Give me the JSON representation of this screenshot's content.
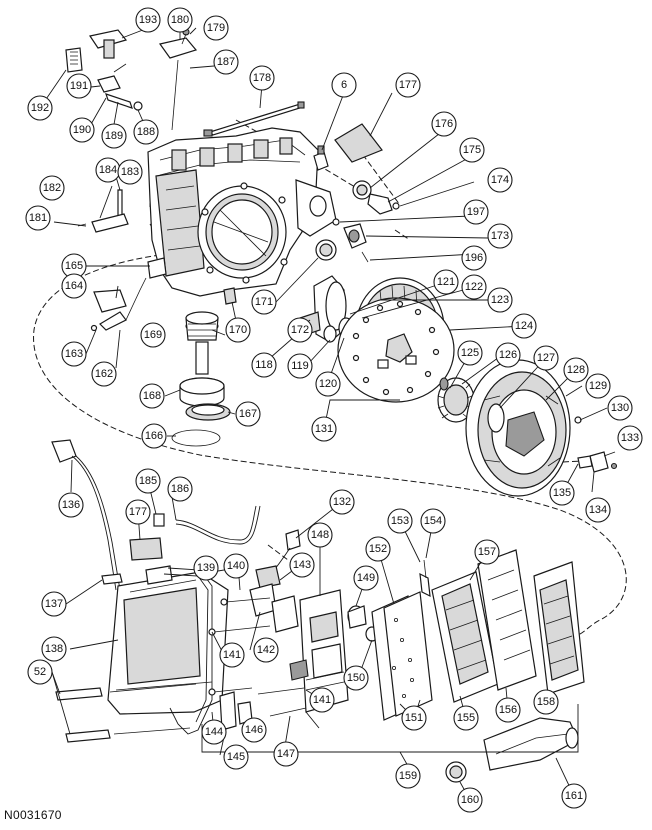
{
  "figure_id": "N0031670",
  "callouts": {
    "c6": "6",
    "c52": "52",
    "c118": "118",
    "c119": "119",
    "c120": "120",
    "c121": "121",
    "c122": "122",
    "c123": "123",
    "c124": "124",
    "c125": "125",
    "c126": "126",
    "c127": "127",
    "c128": "128",
    "c129": "129",
    "c130": "130",
    "c131": "131",
    "c132": "132",
    "c133": "133",
    "c134": "134",
    "c135": "135",
    "c136": "136",
    "c137": "137",
    "c138": "138",
    "c139": "139",
    "c140": "140",
    "c141a": "141",
    "c141b": "141",
    "c142": "142",
    "c143": "143",
    "c144": "144",
    "c145": "145",
    "c146": "146",
    "c147": "147",
    "c148": "148",
    "c149": "149",
    "c150": "150",
    "c151": "151",
    "c152": "152",
    "c153": "153",
    "c154": "154",
    "c155": "155",
    "c156": "156",
    "c157": "157",
    "c158": "158",
    "c159": "159",
    "c160": "160",
    "c161": "161",
    "c162": "162",
    "c163": "163",
    "c164": "164",
    "c165": "165",
    "c166": "166",
    "c167": "167",
    "c168": "168",
    "c169": "169",
    "c170": "170",
    "c171": "171",
    "c172": "172",
    "c173": "173",
    "c174": "174",
    "c175": "175",
    "c176": "176",
    "c177a": "177",
    "c177b": "177",
    "c178": "178",
    "c179": "179",
    "c180": "180",
    "c181": "181",
    "c182": "182",
    "c183": "183",
    "c184": "184",
    "c185": "185",
    "c186": "186",
    "c187": "187",
    "c188": "188",
    "c189": "189",
    "c190": "190",
    "c191": "191",
    "c192": "192",
    "c193": "193",
    "c196": "196",
    "c197": "197"
  }
}
